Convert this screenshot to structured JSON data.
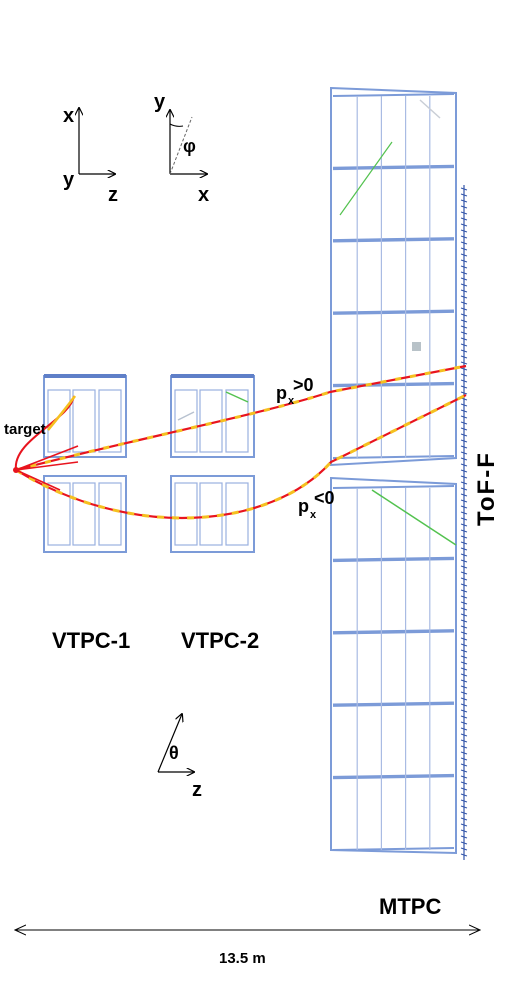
{
  "labels": {
    "target": "target",
    "px_pos_main": "p",
    "px_pos_sub": "x",
    "px_pos_op": ">0",
    "px_neg_main": "p",
    "px_neg_sub": "x",
    "px_neg_op": "<0",
    "vtpc1": "VTPC-1",
    "vtpc2": "VTPC-2",
    "mtpc": "MTPC",
    "tof": "ToF-F",
    "distance": "13.5 m"
  },
  "axes": {
    "xz": {
      "up": "x",
      "origin": "y",
      "right": "z"
    },
    "yx": {
      "up": "y",
      "angle": "φ",
      "right": "x"
    },
    "theta": {
      "angle": "θ",
      "right": "z"
    }
  },
  "colors": {
    "chamber": "#7c9bd8",
    "chamber_dark": "#5f7fc8",
    "track_red": "#e8141e",
    "track_yellow": "#f5c020",
    "green": "#53c24f",
    "tof": "#3355aa"
  }
}
